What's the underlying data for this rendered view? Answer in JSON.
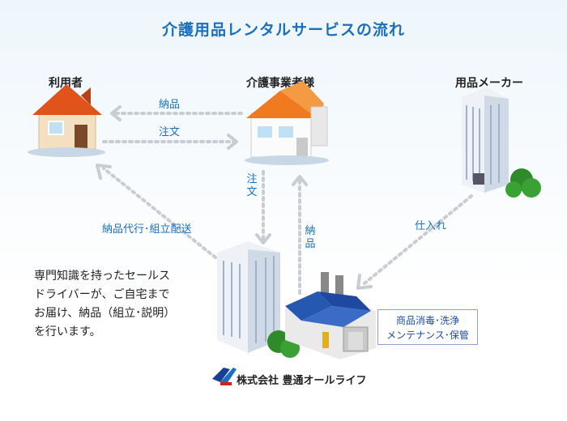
{
  "title": "介護用品レンタルサービスの流れ",
  "nodes": {
    "user": "利用者",
    "provider": "介護事業者様",
    "maker": "用品メーカー"
  },
  "flows": {
    "delivery_top": "納品",
    "order_top": "注文",
    "order_vertical": "注文",
    "delivery_vertical": "納品",
    "proxy_delivery": "納品代行･組立配送",
    "purchase": "仕入れ"
  },
  "description": "専門知識を持ったセールス\nドライバーが、ご自宅まで\nお届け、納品（組立･説明）\nを行います。",
  "maintenance": "商品消毒･洗浄\nメンテナンス･保管",
  "company": "株式会社 豊通オールライフ",
  "colors": {
    "accent": "#1a6fc1",
    "arrow": "#c8ccd3"
  }
}
